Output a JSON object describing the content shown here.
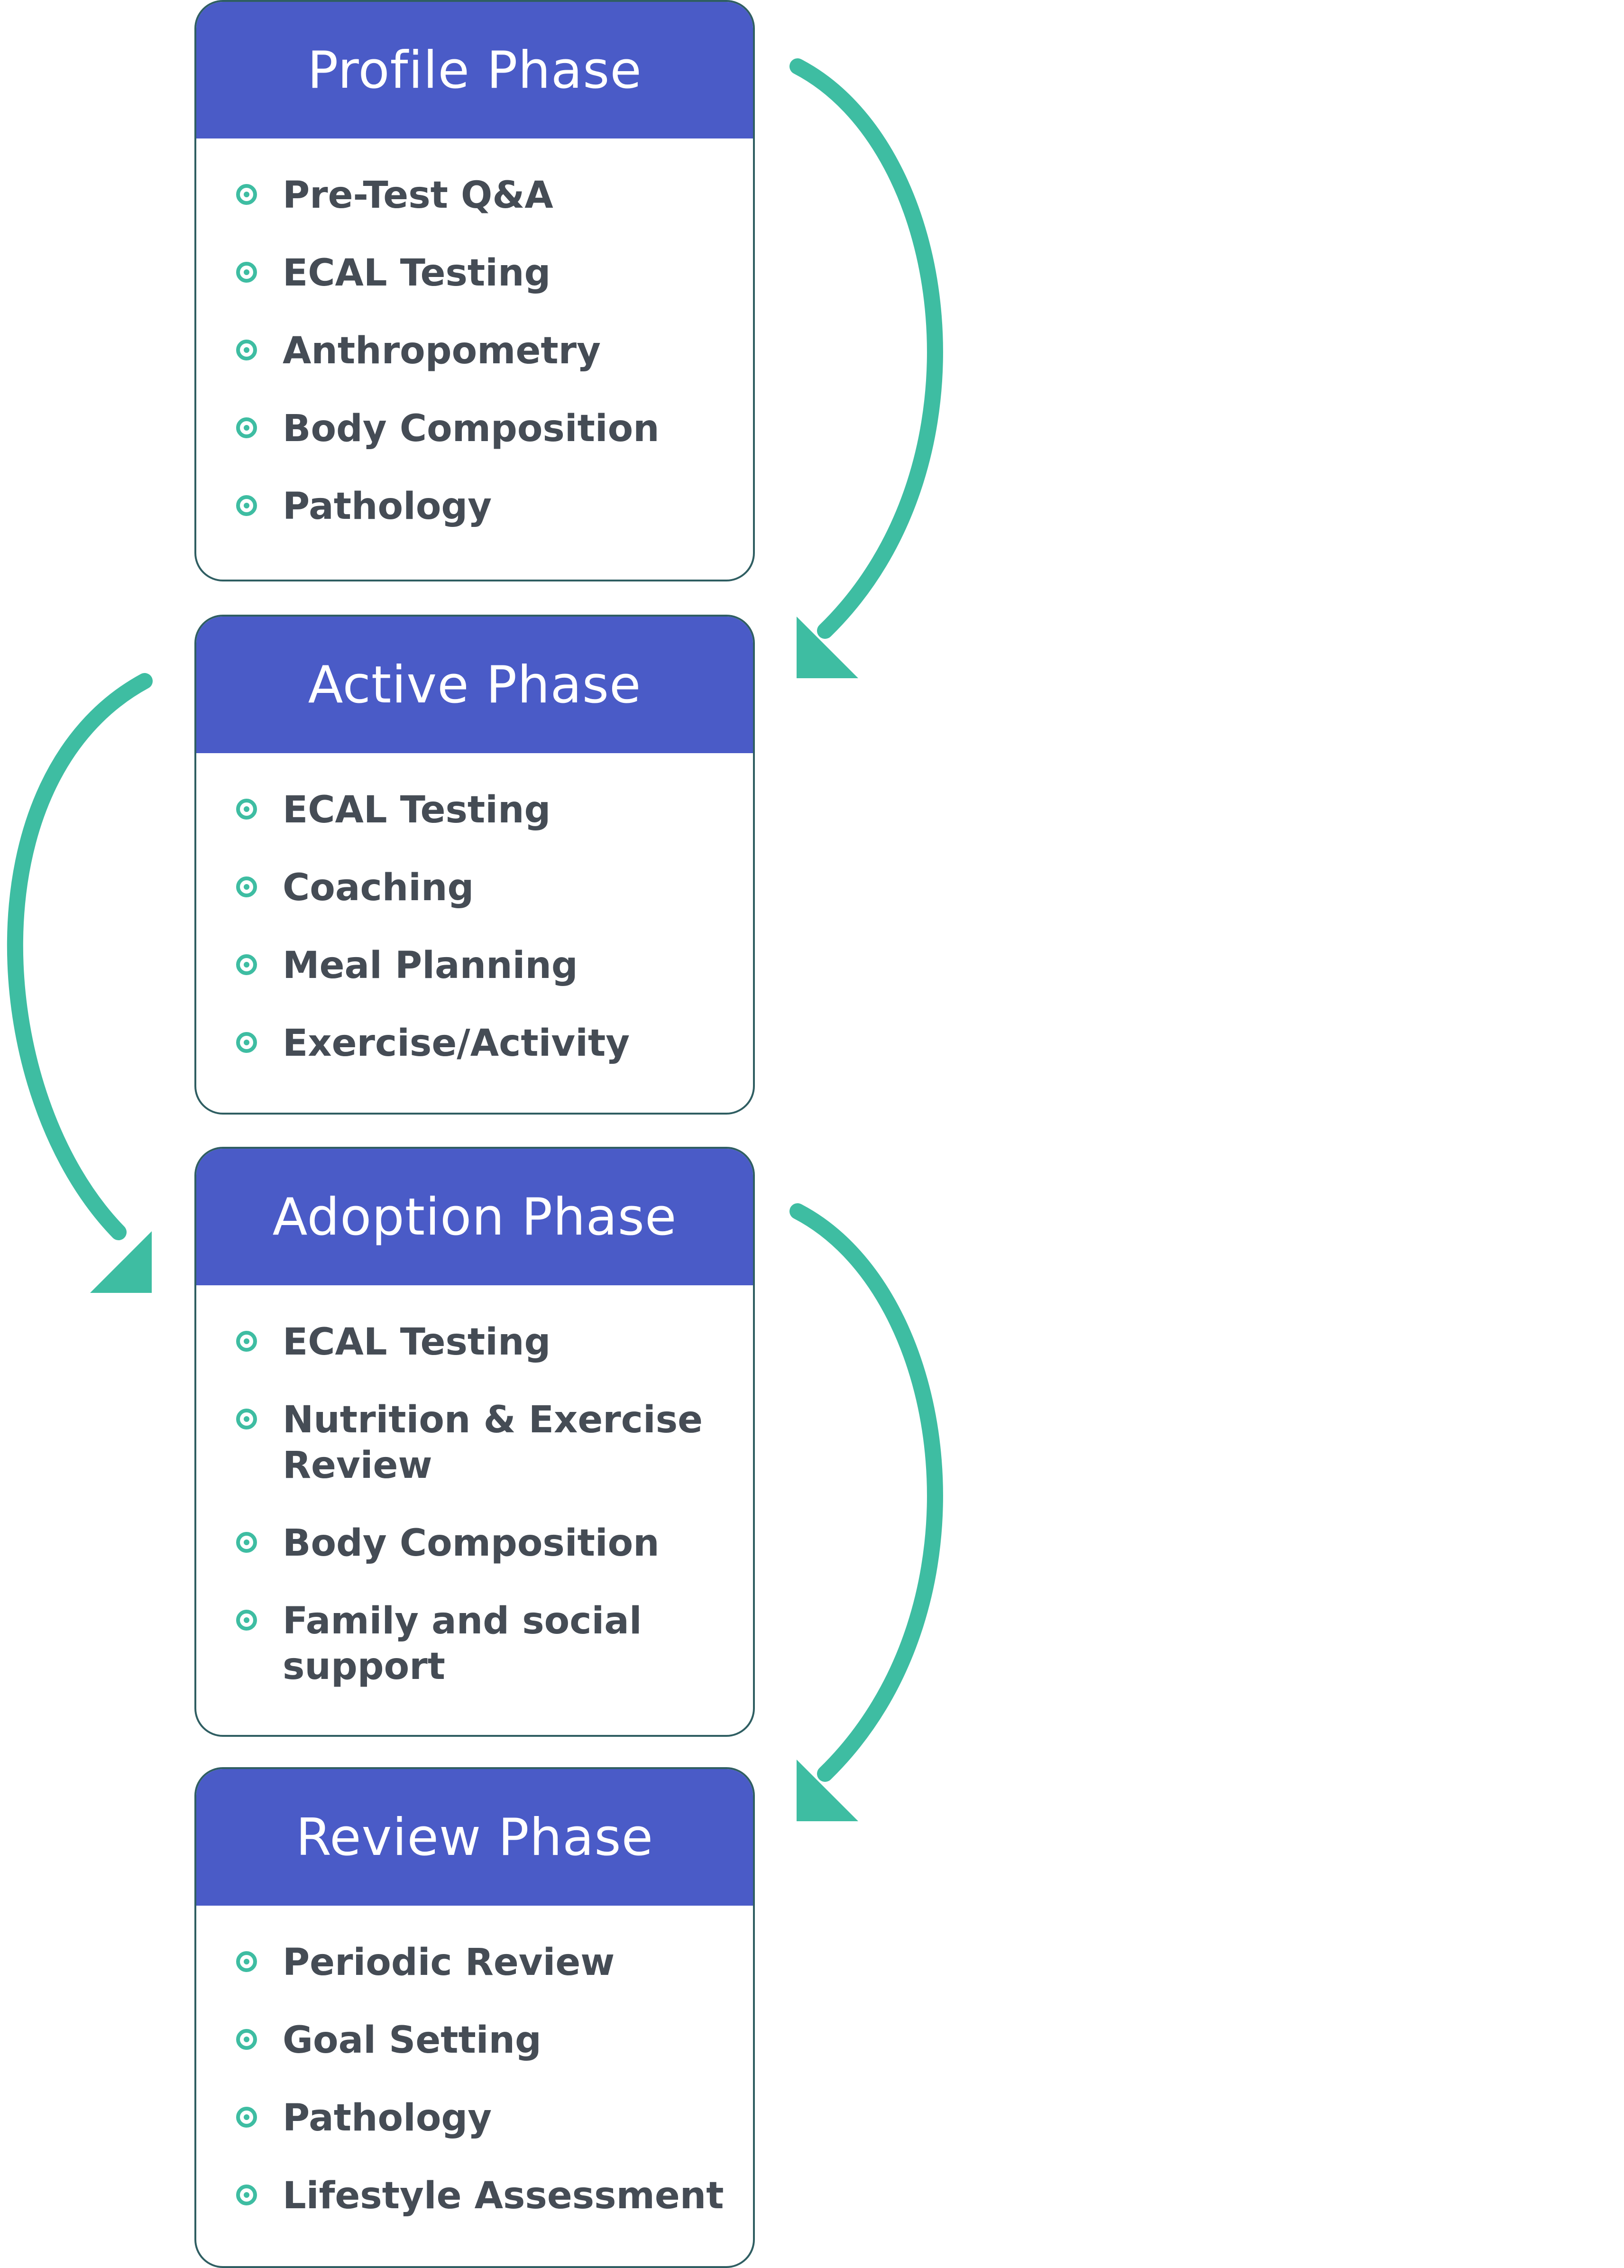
{
  "colors": {
    "header_bg": "#4a5bc7",
    "header_text": "#ffffff",
    "accent": "#3ebda2",
    "item_text": "#454c55",
    "card_border": "#2f5e62"
  },
  "phases": [
    {
      "title": "Profile Phase",
      "items": [
        "Pre-Test Q&A",
        "ECAL Testing",
        "Anthropometry",
        "Body Composition",
        "Pathology"
      ]
    },
    {
      "title": "Active Phase",
      "items": [
        "ECAL Testing",
        "Coaching",
        "Meal Planning",
        "Exercise/Activity"
      ]
    },
    {
      "title": "Adoption Phase",
      "items": [
        "ECAL Testing",
        "Nutrition & Exercise Review",
        "Body Composition",
        "Family and social support"
      ]
    },
    {
      "title": "Review Phase",
      "items": [
        "Periodic Review",
        "Goal Setting",
        "Pathology",
        "Lifestyle Assessment"
      ]
    }
  ],
  "arrows": [
    {
      "from": "Profile Phase",
      "to": "Active Phase",
      "side": "right",
      "icon": "curved-arrow-down-icon"
    },
    {
      "from": "Active Phase",
      "to": "Adoption Phase",
      "side": "left",
      "icon": "curved-arrow-down-icon"
    },
    {
      "from": "Adoption Phase",
      "to": "Review Phase",
      "side": "right",
      "icon": "curved-arrow-down-icon"
    }
  ],
  "bullet_icon": "circle-dot-icon"
}
